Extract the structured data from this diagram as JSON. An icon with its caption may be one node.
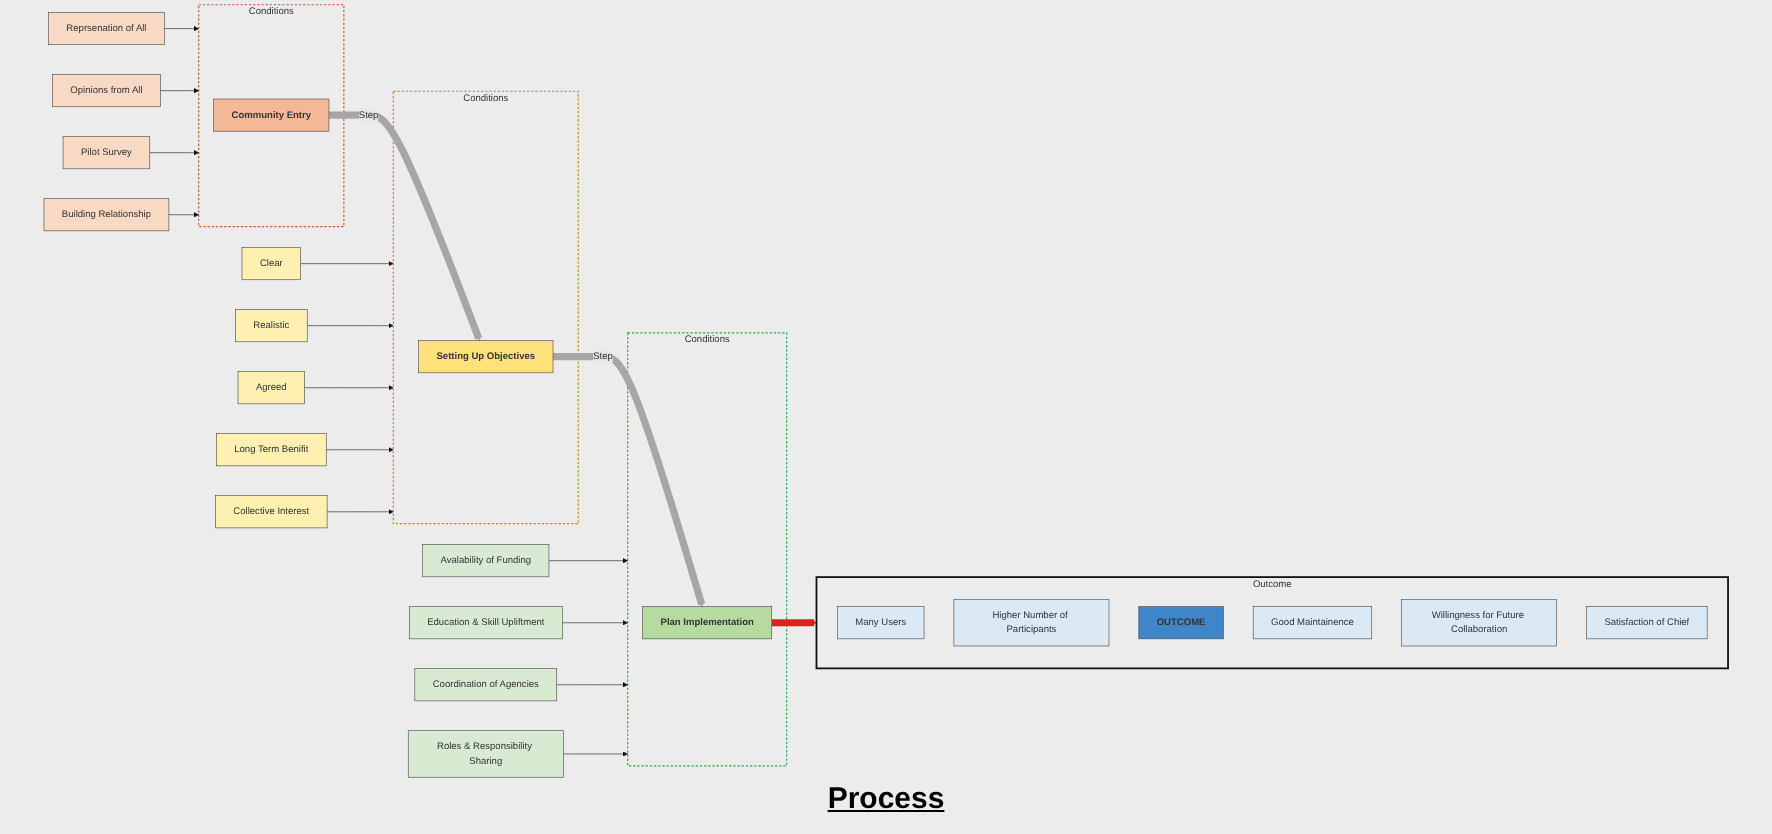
{
  "diagram": {
    "nodes": [
      {
        "text": [
          "Reprsenation of All"
        ]
      },
      {
        "text": [
          "Opinions from All"
        ]
      },
      {
        "text": [
          "Conditions"
        ]
      },
      {
        "text": [
          "Community Entry"
        ],
        "in": 2
      },
      {
        "text": [
          "Pilot Survey"
        ]
      },
      {
        "text": [
          "Building Relationship"
        ]
      },
      {
        "text": [
          "Realistic"
        ]
      },
      {
        "text": [
          "Clear"
        ]
      },
      {
        "text": [
          "Agreed"
        ]
      },
      {
        "text": [
          "Conditions"
        ]
      },
      {
        "text": [
          "Setting Up Objectives"
        ],
        "in": 9
      },
      {
        "text": [
          "Long Term Benifit"
        ]
      },
      {
        "text": [
          "Collective Interest"
        ]
      },
      {
        "text": [
          "Avalability of Funding"
        ]
      },
      {
        "text": [
          "Education & Skill Upliftment"
        ]
      },
      {
        "text": [
          "Conditions"
        ]
      },
      {
        "text": [
          "Plan Implementation"
        ],
        "in": 15
      },
      {
        "text": [
          "Coordination of Agencies"
        ]
      },
      {
        "text": [
          "Roles & Responsibility Sharing"
        ]
      },
      {
        "text": [
          "Outcome"
        ]
      },
      {
        "text": [
          "Many Users"
        ],
        "in": 19
      },
      {
        "text": [
          "Higher Number of Participants"
        ],
        "in": 19
      },
      {
        "text": [
          "OUTCOME"
        ],
        "in": 19
      },
      {
        "text": [
          "Good Maintainence"
        ],
        "in": 19
      },
      {
        "text": [
          "Willingness for Future Collaboration"
        ],
        "in": 19
      },
      {
        "text": [
          "Satisfaction of Chief"
        ],
        "in": 19
      }
    ],
    "edges": [
      {
        "from": 0,
        "to": 2,
        "arrow": "to"
      },
      {
        "from": 1,
        "to": 2,
        "arrow": "to"
      },
      {
        "from": 4,
        "to": 2,
        "arrow": "to"
      },
      {
        "from": 5,
        "to": 2,
        "arrow": "to"
      },
      {
        "from": 3,
        "to": 10,
        "arrow": "to",
        "label": "Step",
        "style": "thick",
        "color": "#a6a6a6"
      },
      {
        "from": 7,
        "to": 9,
        "arrow": "to"
      },
      {
        "from": 6,
        "to": 9,
        "arrow": "to"
      },
      {
        "from": 8,
        "to": 9,
        "arrow": "to"
      },
      {
        "from": 11,
        "to": 9,
        "arrow": "to"
      },
      {
        "from": 12,
        "to": 9,
        "arrow": "to"
      },
      {
        "from": 10,
        "to": 16,
        "arrow": "to",
        "label": "Step",
        "style": "thick",
        "color": "#a6a6a6"
      },
      {
        "from": 13,
        "to": 15,
        "arrow": "to"
      },
      {
        "from": 14,
        "to": 15,
        "arrow": "to"
      },
      {
        "from": 17,
        "to": 15,
        "arrow": "to"
      },
      {
        "from": 18,
        "to": 15,
        "arrow": "to"
      },
      {
        "from": 16,
        "to": 19,
        "arrow": "to",
        "style": "thick",
        "color": "#e02020"
      }
    ],
    "labels": [
      "Process"
    ]
  }
}
